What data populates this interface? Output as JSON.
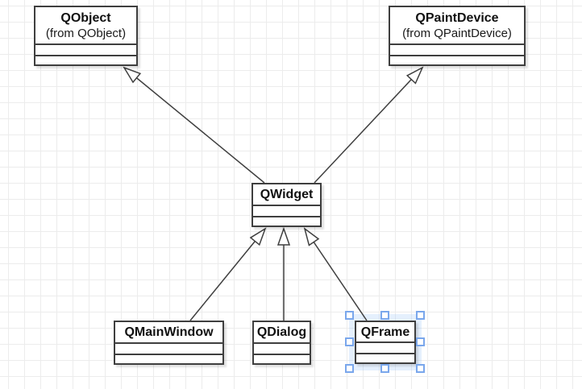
{
  "diagram": {
    "type": "uml-class-diagram",
    "classes": [
      {
        "name": "QObject",
        "stereotype": "(from QObject)"
      },
      {
        "name": "QPaintDevice",
        "stereotype": "(from QPaintDevice)"
      },
      {
        "name": "QWidget",
        "stereotype": ""
      },
      {
        "name": "QMainWindow",
        "stereotype": ""
      },
      {
        "name": "QDialog",
        "stereotype": ""
      },
      {
        "name": "QFrame",
        "stereotype": ""
      }
    ],
    "relationships": [
      {
        "from": "QWidget",
        "to": "QObject",
        "type": "generalization"
      },
      {
        "from": "QWidget",
        "to": "QPaintDevice",
        "type": "generalization"
      },
      {
        "from": "QMainWindow",
        "to": "QWidget",
        "type": "generalization"
      },
      {
        "from": "QDialog",
        "to": "QWidget",
        "type": "generalization"
      },
      {
        "from": "QFrame",
        "to": "QWidget",
        "type": "generalization"
      }
    ],
    "selected_class": "QFrame",
    "colors": {
      "grid": "#ececec",
      "stroke": "#3f3f3f",
      "shape_fill": "#ffffff",
      "selection_handle_border": "#7aa7ec",
      "selection_halo": "rgba(153,194,247,0.25)"
    }
  }
}
